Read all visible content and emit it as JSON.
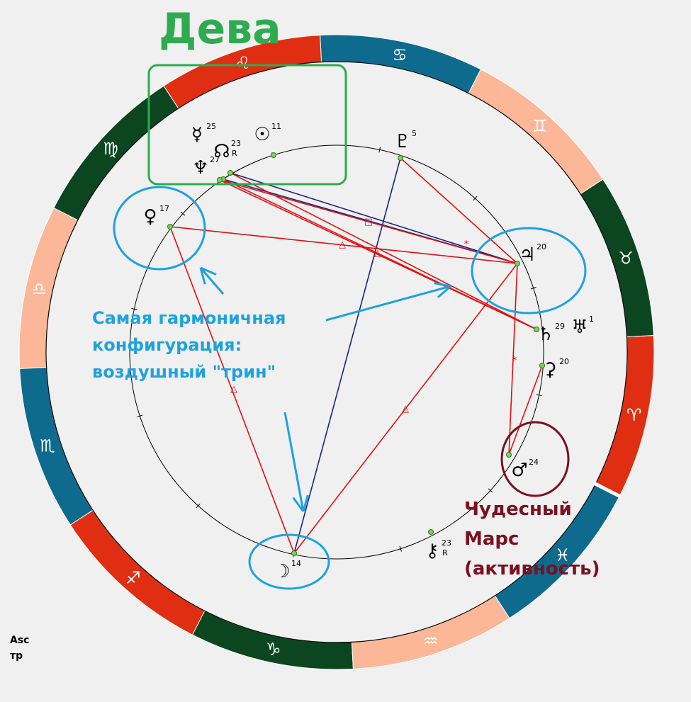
{
  "annotations": {
    "title": "Дева",
    "harmony_note": [
      "Самая гармоничная",
      "конфигурация:",
      "воздушный \"трин\""
    ],
    "mars_note": [
      "Чудесный",
      "Марс",
      "(активность)"
    ]
  },
  "corner_label": [
    "Asc",
    "тр"
  ],
  "colors": {
    "fire": "#e02e12",
    "earth": "#0b4620",
    "air": "#fbb798",
    "water": "#0f6b8e",
    "aspect_harmonious": "#e01010",
    "aspect_tense": "#1a237e",
    "title_green": "#2eab4f",
    "note_blue": "#1ea2de",
    "mars_red": "#7a1020"
  },
  "zodiac": [
    {
      "sign": "Aries",
      "glyph": "♈",
      "element": "fire"
    },
    {
      "sign": "Taurus",
      "glyph": "♉",
      "element": "earth"
    },
    {
      "sign": "Gemini",
      "glyph": "♊",
      "element": "air"
    },
    {
      "sign": "Cancer",
      "glyph": "♋",
      "element": "water"
    },
    {
      "sign": "Leo",
      "glyph": "♌",
      "element": "fire"
    },
    {
      "sign": "Virgo",
      "glyph": "♍",
      "element": "earth"
    },
    {
      "sign": "Libra",
      "glyph": "♎",
      "element": "air"
    },
    {
      "sign": "Scorpio",
      "glyph": "♏",
      "element": "water"
    },
    {
      "sign": "Sagittarius",
      "glyph": "♐",
      "element": "fire"
    },
    {
      "sign": "Capricorn",
      "glyph": "♑",
      "element": "earth"
    },
    {
      "sign": "Aquarius",
      "glyph": "♒",
      "element": "air"
    },
    {
      "sign": "Pisces",
      "glyph": "♓",
      "element": "water"
    }
  ],
  "planets": [
    {
      "id": "mercury",
      "glyph": "☿",
      "degree": "25",
      "retro": ""
    },
    {
      "id": "sun",
      "glyph": "☉",
      "degree": "11",
      "retro": ""
    },
    {
      "id": "pluto",
      "glyph": "♇",
      "degree": "5",
      "retro": ""
    },
    {
      "id": "node",
      "glyph": "☊",
      "degree": "23",
      "retro": "R"
    },
    {
      "id": "neptune",
      "glyph": "♆",
      "degree": "27",
      "retro": ""
    },
    {
      "id": "venus",
      "glyph": "♀",
      "degree": "17",
      "retro": ""
    },
    {
      "id": "jupiter",
      "glyph": "♃",
      "degree": "20",
      "retro": ""
    },
    {
      "id": "saturn",
      "glyph": "♄",
      "degree": "29",
      "retro": ""
    },
    {
      "id": "uranus",
      "glyph": "♅",
      "degree": "1",
      "retro": ""
    },
    {
      "id": "ceres",
      "glyph": "⚳",
      "degree": "20",
      "retro": ""
    },
    {
      "id": "mars",
      "glyph": "♂",
      "degree": "24",
      "retro": ""
    },
    {
      "id": "chiron",
      "glyph": "⚷",
      "degree": "23",
      "retro": "R"
    },
    {
      "id": "moon",
      "glyph": "☽",
      "degree": "14",
      "retro": ""
    }
  ],
  "aspect_symbols": {
    "trine": "△",
    "square": "□",
    "sextile": "*"
  }
}
